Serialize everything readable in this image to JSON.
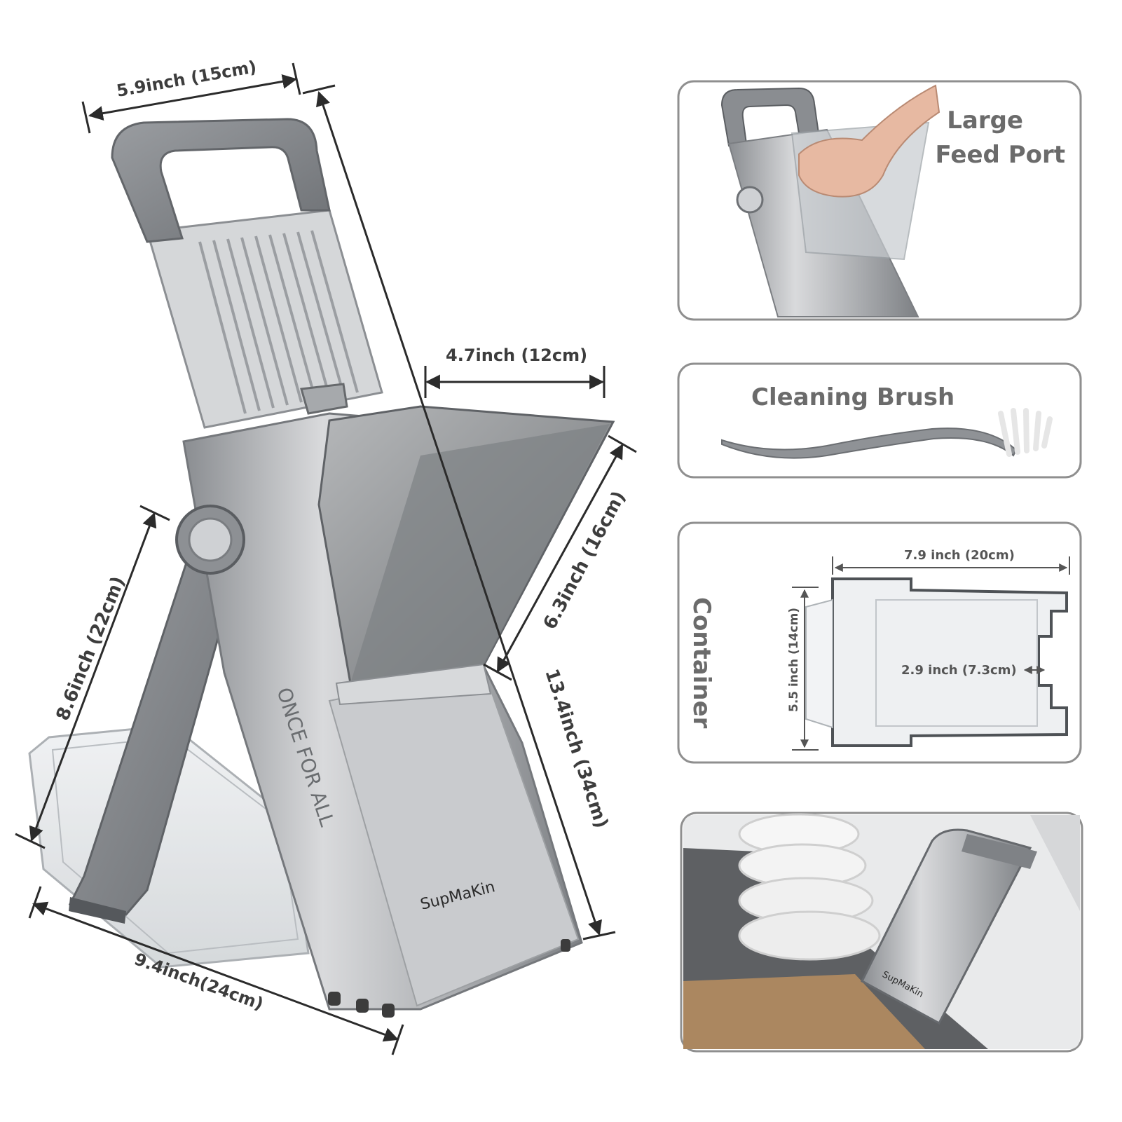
{
  "main_product": {
    "brand": "SupMaKin",
    "side_engraving": "ONCE FOR ALL",
    "dimensions": {
      "top_width": "5.9inch (15cm)",
      "feed_port_width": "4.7inch (12cm)",
      "feed_port_height": "6.3inch (16cm)",
      "total_height": "13.4inch (34cm)",
      "leg_length": "8.6inch (22cm)",
      "base_length": "9.4inch(24cm)"
    }
  },
  "panels": {
    "feed_port": {
      "title_line1": "Large",
      "title_line2": "Feed Port"
    },
    "cleaning_brush": {
      "title": "Cleaning Brush"
    },
    "container": {
      "title": "Container",
      "length": "7.9 inch (20cm)",
      "width": "5.5 inch (14cm)",
      "slot": "2.9 inch (7.3cm)"
    },
    "storage": {
      "brand": "SupMaKin"
    }
  }
}
